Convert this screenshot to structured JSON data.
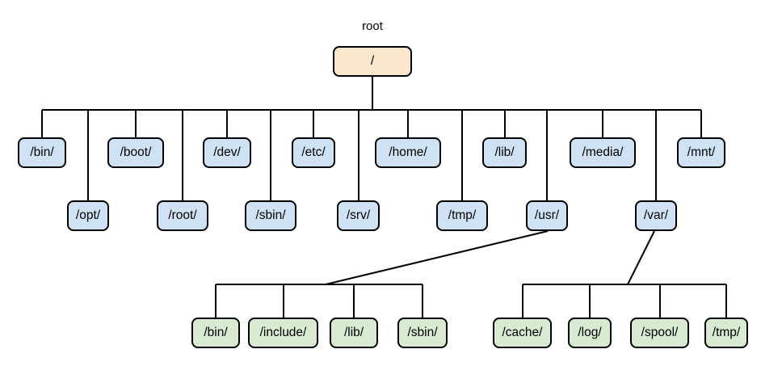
{
  "diagram_title": "root",
  "colors": {
    "root_fill": "#fce5cd",
    "dir_fill": "#cfe2f3",
    "subdir_fill": "#d9ead3",
    "border_color": "#000000"
  },
  "tree": {
    "caption": "root",
    "root": "/",
    "children": [
      "/bin/",
      "/boot/",
      "/dev/",
      "/etc/",
      "/home/",
      "/lib/",
      "/media/",
      "/mnt/",
      "/opt/",
      "/root/",
      "/sbin/",
      "/srv/",
      "/tmp/",
      "/usr/",
      "/var/"
    ],
    "usr_children": [
      "/bin/",
      "/include/",
      "/lib/",
      "/sbin/"
    ],
    "var_children": [
      "/cache/",
      "/log/",
      "/spool/",
      "/tmp/"
    ]
  }
}
